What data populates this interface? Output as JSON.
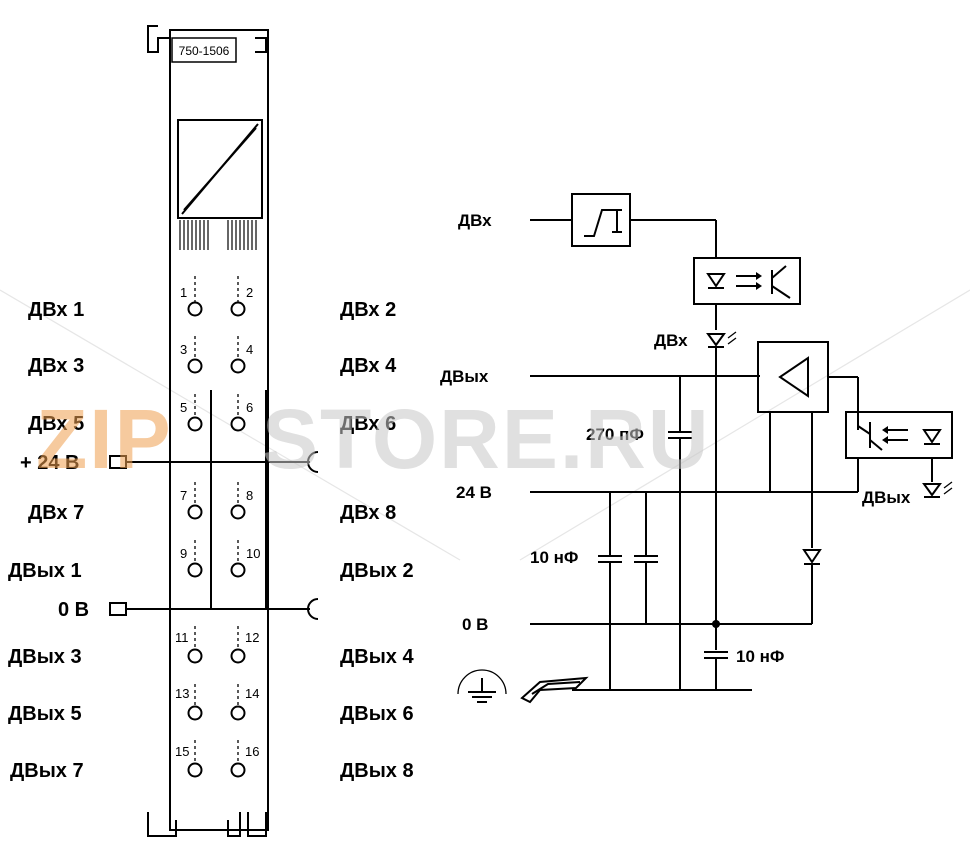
{
  "module": {
    "model": "750-1506"
  },
  "terminals": {
    "left": [
      "ДВх 1",
      "ДВх 3",
      "ДВх 5",
      "+ 24 В",
      "ДВх 7",
      "ДВых 1",
      "0 В",
      "ДВых 3",
      "ДВых 5",
      "ДВых 7"
    ],
    "right": [
      "ДВх 2",
      "ДВх 4",
      "ДВх 6",
      "ДВх 8",
      "ДВых 2",
      "ДВых 4",
      "ДВых 6",
      "ДВых 8"
    ],
    "pin_numbers": [
      "1",
      "2",
      "3",
      "4",
      "5",
      "6",
      "7",
      "8",
      "9",
      "10",
      "11",
      "12",
      "13",
      "14",
      "15",
      "16"
    ]
  },
  "schematic": {
    "input_label": "ДВх",
    "input_led_label": "ДВх",
    "output_label": "ДВых",
    "supply_label": "24 В",
    "ground_label": "0 В",
    "cap_270": "270 пФ",
    "cap_10n_left": "10 нФ",
    "cap_10n_right": "10 нФ",
    "output_led_label": "ДВых"
  },
  "watermark": {
    "text_left": "ZIP",
    "text_right": "STORE.RU",
    "color_left": "#f0a050",
    "color_right": "#c8c8c8"
  }
}
